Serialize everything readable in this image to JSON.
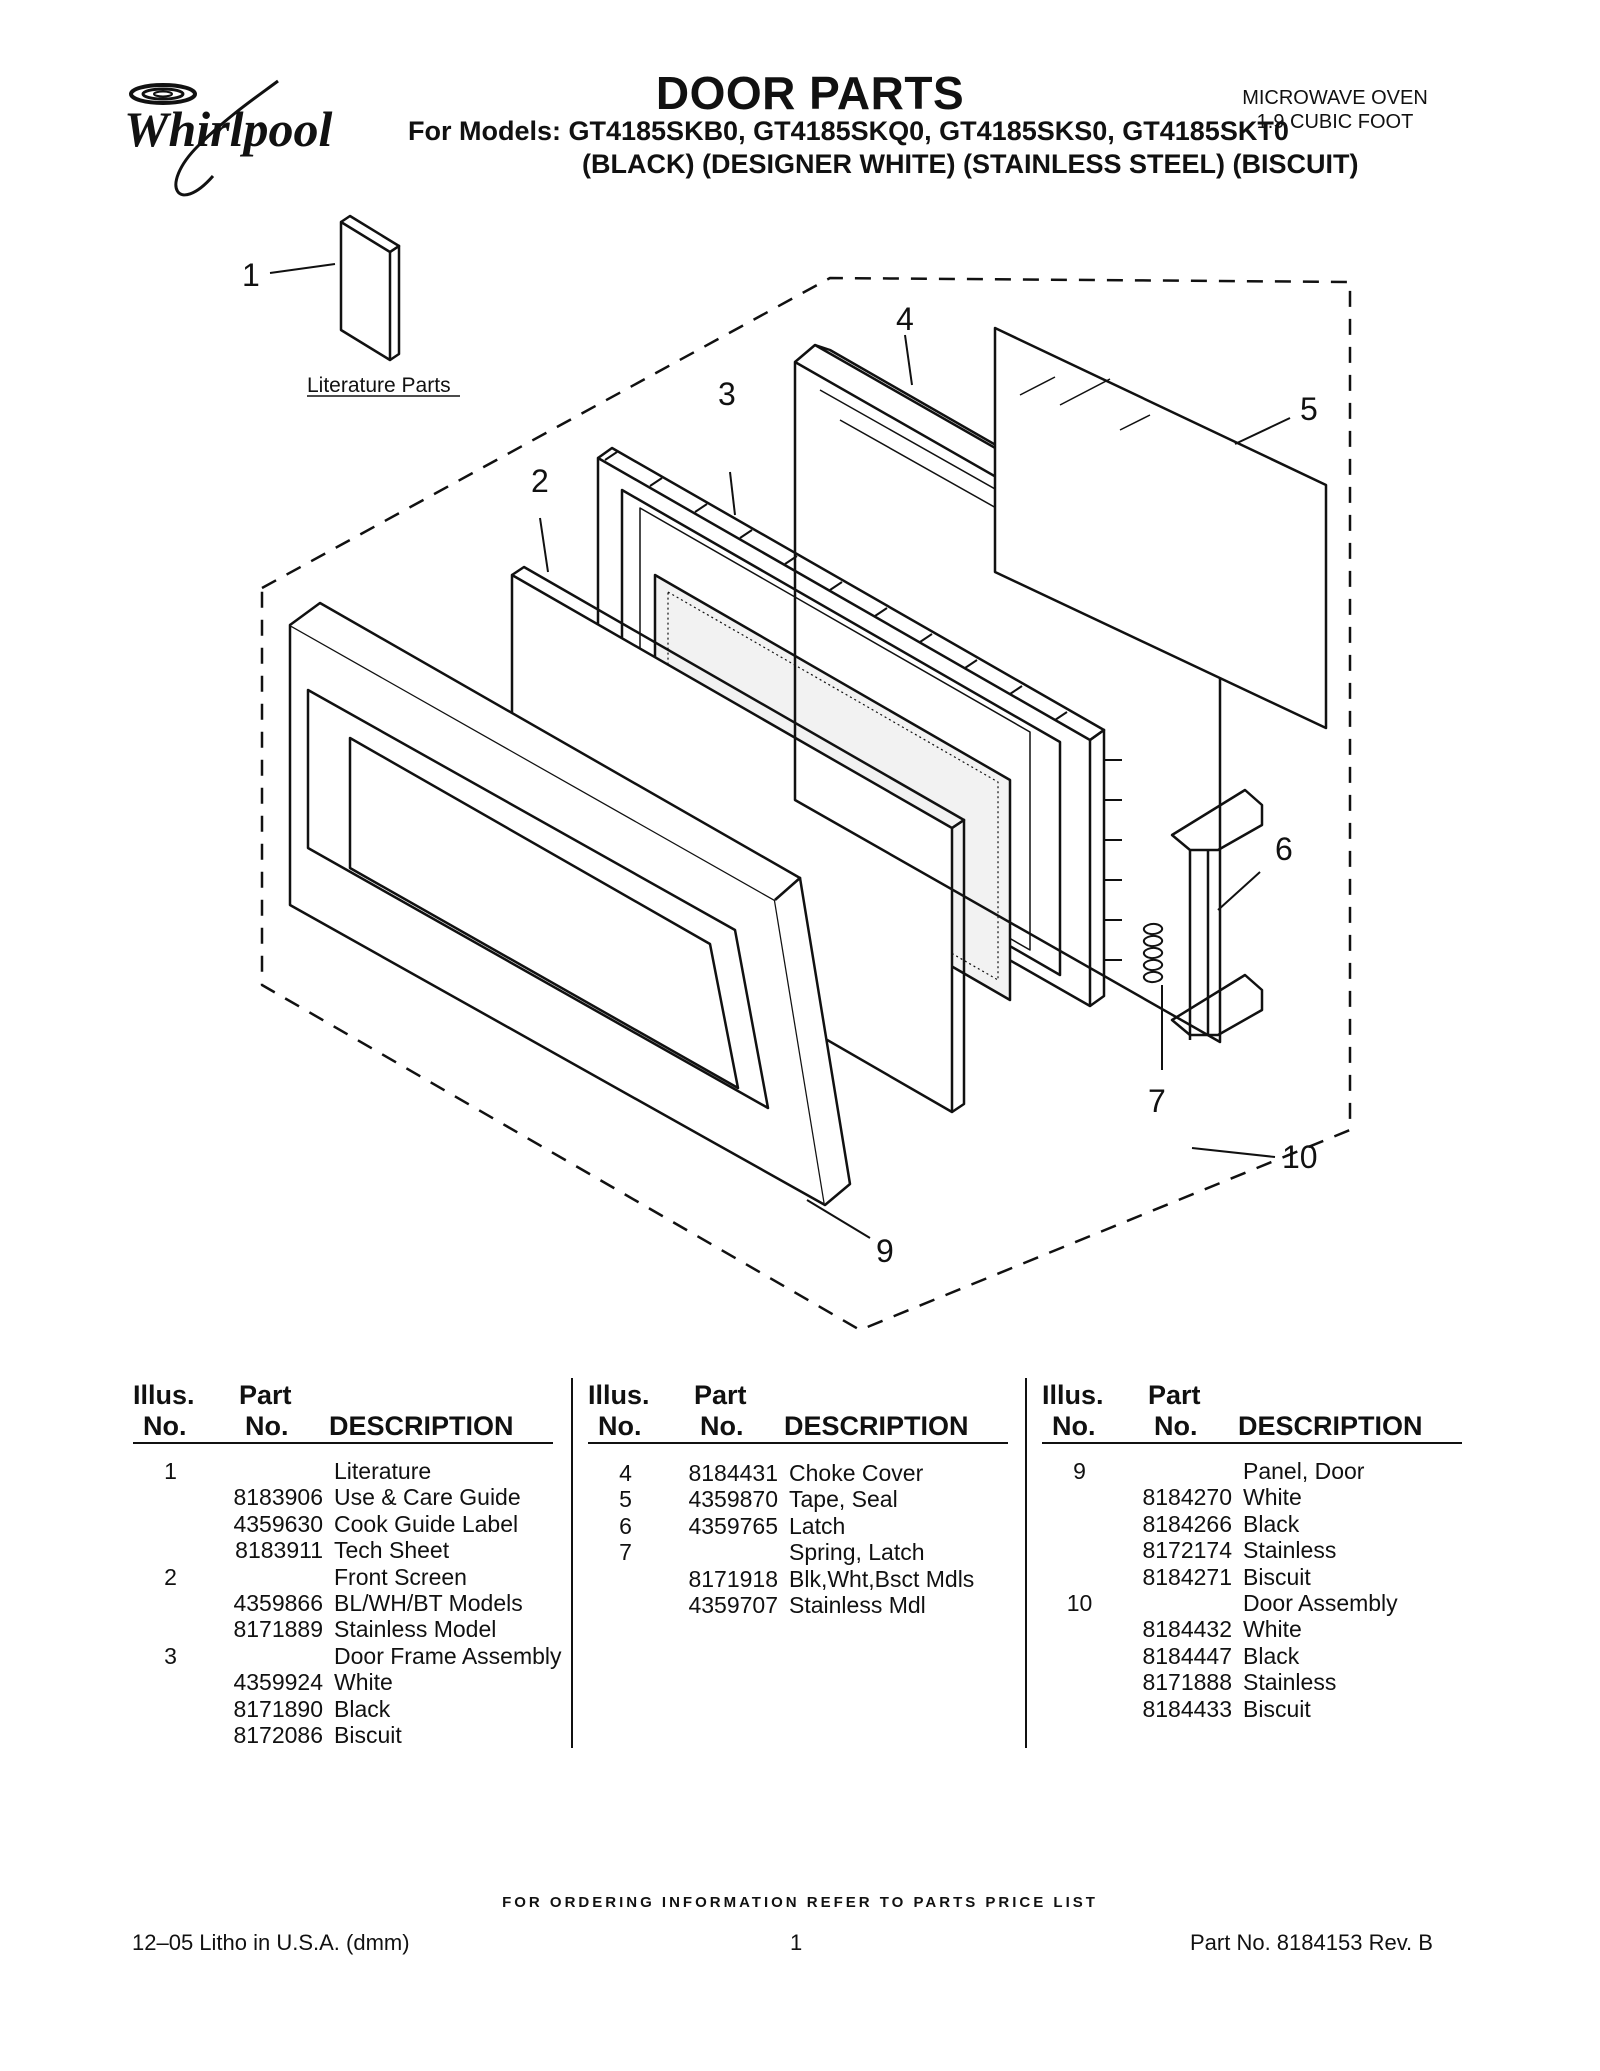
{
  "header": {
    "brand": "Whirlpool",
    "title": "DOOR PARTS",
    "models": "For Models: GT4185SKB0, GT4185SKQ0, GT4185SKS0, GT4185SKT0",
    "colors": "(BLACK) (DESIGNER WHITE) (STAINLESS STEEL) (BISCUIT)",
    "product_line1": "MICROWAVE OVEN",
    "product_line2": "1.9 CUBIC FOOT"
  },
  "diagram": {
    "literature_label": "Literature Parts",
    "callouts": [
      "1",
      "2",
      "3",
      "4",
      "5",
      "6",
      "7",
      "9",
      "10"
    ]
  },
  "table": {
    "header": {
      "illus": "Illus.",
      "no": "No.",
      "part": "Part",
      "part_no": "No.",
      "description": "DESCRIPTION"
    },
    "columns": [
      [
        {
          "illus": "1",
          "part": "",
          "desc": "Literature"
        },
        {
          "illus": "",
          "part": "8183906",
          "desc": "Use & Care Guide"
        },
        {
          "illus": "",
          "part": "4359630",
          "desc": "Cook Guide Label"
        },
        {
          "illus": "",
          "part": "8183911",
          "desc": "Tech Sheet"
        },
        {
          "illus": "2",
          "part": "",
          "desc": "Front Screen"
        },
        {
          "illus": "",
          "part": "4359866",
          "desc": "BL/WH/BT Models"
        },
        {
          "illus": "",
          "part": "8171889",
          "desc": "Stainless Model"
        },
        {
          "illus": "3",
          "part": "",
          "desc": "Door Frame Assembly"
        },
        {
          "illus": "",
          "part": "4359924",
          "desc": "White"
        },
        {
          "illus": "",
          "part": "8171890",
          "desc": "Black"
        },
        {
          "illus": "",
          "part": "8172086",
          "desc": "Biscuit"
        }
      ],
      [
        {
          "illus": "4",
          "part": "8184431",
          "desc": "Choke Cover"
        },
        {
          "illus": "5",
          "part": "4359870",
          "desc": "Tape, Seal"
        },
        {
          "illus": "6",
          "part": "4359765",
          "desc": "Latch"
        },
        {
          "illus": "7",
          "part": "",
          "desc": "Spring, Latch"
        },
        {
          "illus": "",
          "part": "8171918",
          "desc": "Blk,Wht,Bsct Mdls"
        },
        {
          "illus": "",
          "part": "4359707",
          "desc": "Stainless Mdl"
        }
      ],
      [
        {
          "illus": "9",
          "part": "",
          "desc": "Panel, Door"
        },
        {
          "illus": "",
          "part": "8184270",
          "desc": "White"
        },
        {
          "illus": "",
          "part": "8184266",
          "desc": "Black"
        },
        {
          "illus": "",
          "part": "8172174",
          "desc": "Stainless"
        },
        {
          "illus": "",
          "part": "8184271",
          "desc": "Biscuit"
        },
        {
          "illus": "10",
          "part": "",
          "desc": "Door Assembly"
        },
        {
          "illus": "",
          "part": "8184432",
          "desc": "White"
        },
        {
          "illus": "",
          "part": "8184447",
          "desc": "Black"
        },
        {
          "illus": "",
          "part": "8171888",
          "desc": "Stainless"
        },
        {
          "illus": "",
          "part": "8184433",
          "desc": "Biscuit"
        }
      ]
    ]
  },
  "footer": {
    "ordering_note": "FOR ORDERING INFORMATION REFER TO PARTS PRICE LIST",
    "litho": "12–05 Litho in U.S.A. (dmm)",
    "page": "1",
    "part_no": "Part No. 8184153 Rev. B"
  }
}
